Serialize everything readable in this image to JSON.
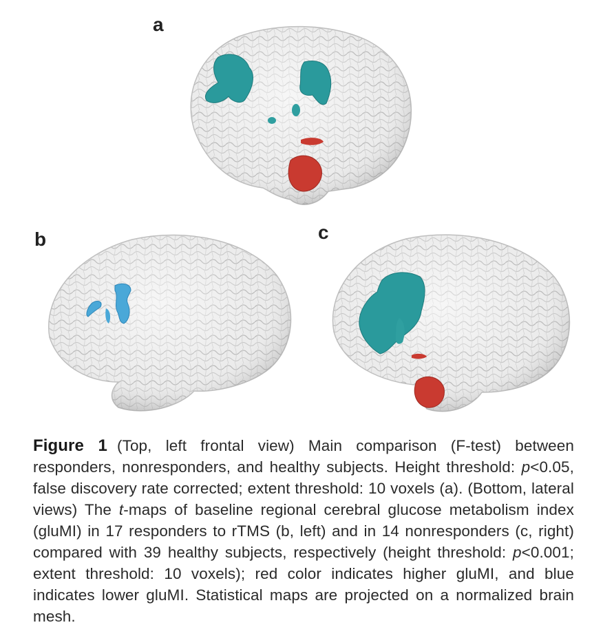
{
  "figure": {
    "panels": [
      {
        "label": "a",
        "view": "left frontal"
      },
      {
        "label": "b",
        "view": "lateral left"
      },
      {
        "label": "c",
        "view": "lateral right"
      }
    ],
    "colors": {
      "blue_cluster": "#2a9a9c",
      "light_blue_cluster": "#4aa8d8",
      "red_cluster": "#c93a30",
      "mesh": "#d9d9d9"
    }
  },
  "caption": {
    "figure_label": "Figure 1",
    "part1": "(Top, left frontal view) Main comparison (F-test) between responders, nonresponders, and healthy subjects. Height threshold: ",
    "p1": "p",
    "part2": "<0.05, false discovery rate corrected; extent threshold: 10 voxels (a). (Bottom, lateral views) The ",
    "t": "t",
    "part3": "-maps of baseline regional cerebral glucose metabolism index (gluMI) in 17 responders to rTMS (b, left) and in 14 nonresponders (c, right) compared with 39 healthy subjects, respectively (height threshold: ",
    "p2": "p",
    "part4": "<0.001; extent threshold: 10 voxels); red color indicates higher gluMI, and blue indicates lower gluMI. Statistical maps are projected on a normalized brain mesh."
  }
}
